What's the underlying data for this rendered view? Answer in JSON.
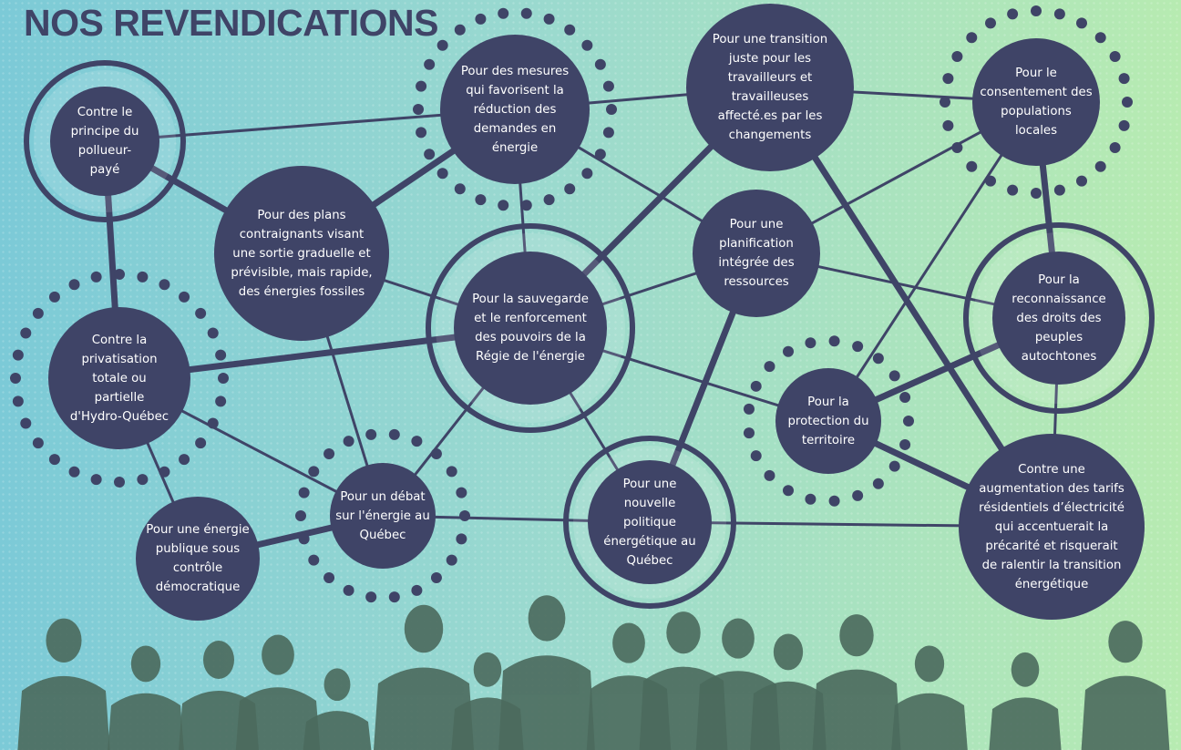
{
  "title": "NOS REVENDICATIONS",
  "colors": {
    "node_fill": "#3f4467",
    "line": "#3f4467",
    "ring": "#3f4467",
    "text": "#ffffff",
    "background_left": "#7ccad7",
    "background_right": "#b7ebb1",
    "silhouettes": "#4b6a5d"
  },
  "nodes": [
    {
      "id": "n1",
      "ring": "solid",
      "label": "Contre le\nprincipe du\npollueur-\npayé"
    },
    {
      "id": "n2",
      "ring": "dotted",
      "label": "Pour des mesures\nqui favorisent la\nréduction des\ndemandes en\nénergie"
    },
    {
      "id": "n3",
      "ring": "none",
      "label": "Pour une transition\njuste pour les\ntravailleurs et\ntravailleuses\naffecté.es par les\nchangements"
    },
    {
      "id": "n4",
      "ring": "dotted",
      "label": "Pour le\nconsentement des\npopulations\nlocales"
    },
    {
      "id": "n5",
      "ring": "none",
      "label": "Pour des plans\ncontraignants visant\nune sortie graduelle et\nprévisible, mais rapide,\ndes énergies fossiles"
    },
    {
      "id": "n6",
      "ring": "none",
      "label": "Pour une\nplanification\nintégrée des\nressources"
    },
    {
      "id": "n7",
      "ring": "solid",
      "label": "Pour la sauvegarde\net le renforcement\ndes pouvoirs de la\nRégie de l'énergie"
    },
    {
      "id": "n8",
      "ring": "solid",
      "label": "Pour la\nreconnaissance\ndes droits des\npeuples\nautochtones"
    },
    {
      "id": "n9",
      "ring": "dotted",
      "label": "Contre la\nprivatisation\ntotale ou\npartielle\nd'Hydro-Québec"
    },
    {
      "id": "n10",
      "ring": "dotted",
      "label": "Pour la\nprotection du\nterritoire"
    },
    {
      "id": "n11",
      "ring": "dotted",
      "label": "Pour un débat\nsur l'énergie au\nQuébec"
    },
    {
      "id": "n12",
      "ring": "solid",
      "label": "Pour une\nnouvelle\npolitique\nénergétique au\nQuébec"
    },
    {
      "id": "n13",
      "ring": "none",
      "label": "Pour une énergie\npublique sous\ncontrôle\ndémocratique"
    },
    {
      "id": "n14",
      "ring": "none",
      "label": "Contre une\naugmentation des tarifs\nrésidentiels d’électricité\nqui accentuerait la\nprécarité et risquerait\nde ralentir la transition\nénergétique"
    }
  ],
  "edges": [
    [
      "n1",
      "n2"
    ],
    [
      "n1",
      "n5"
    ],
    [
      "n1",
      "n9"
    ],
    [
      "n2",
      "n3"
    ],
    [
      "n2",
      "n5"
    ],
    [
      "n2",
      "n6"
    ],
    [
      "n2",
      "n7"
    ],
    [
      "n3",
      "n4"
    ],
    [
      "n3",
      "n7"
    ],
    [
      "n3",
      "n14"
    ],
    [
      "n4",
      "n6"
    ],
    [
      "n4",
      "n8"
    ],
    [
      "n4",
      "n10"
    ],
    [
      "n5",
      "n7"
    ],
    [
      "n5",
      "n11"
    ],
    [
      "n6",
      "n7"
    ],
    [
      "n6",
      "n8"
    ],
    [
      "n6",
      "n12"
    ],
    [
      "n7",
      "n9"
    ],
    [
      "n7",
      "n10"
    ],
    [
      "n7",
      "n11"
    ],
    [
      "n7",
      "n12"
    ],
    [
      "n8",
      "n10"
    ],
    [
      "n8",
      "n14"
    ],
    [
      "n9",
      "n11"
    ],
    [
      "n9",
      "n13"
    ],
    [
      "n10",
      "n14"
    ],
    [
      "n11",
      "n12"
    ],
    [
      "n11",
      "n13"
    ],
    [
      "n12",
      "n14"
    ]
  ]
}
